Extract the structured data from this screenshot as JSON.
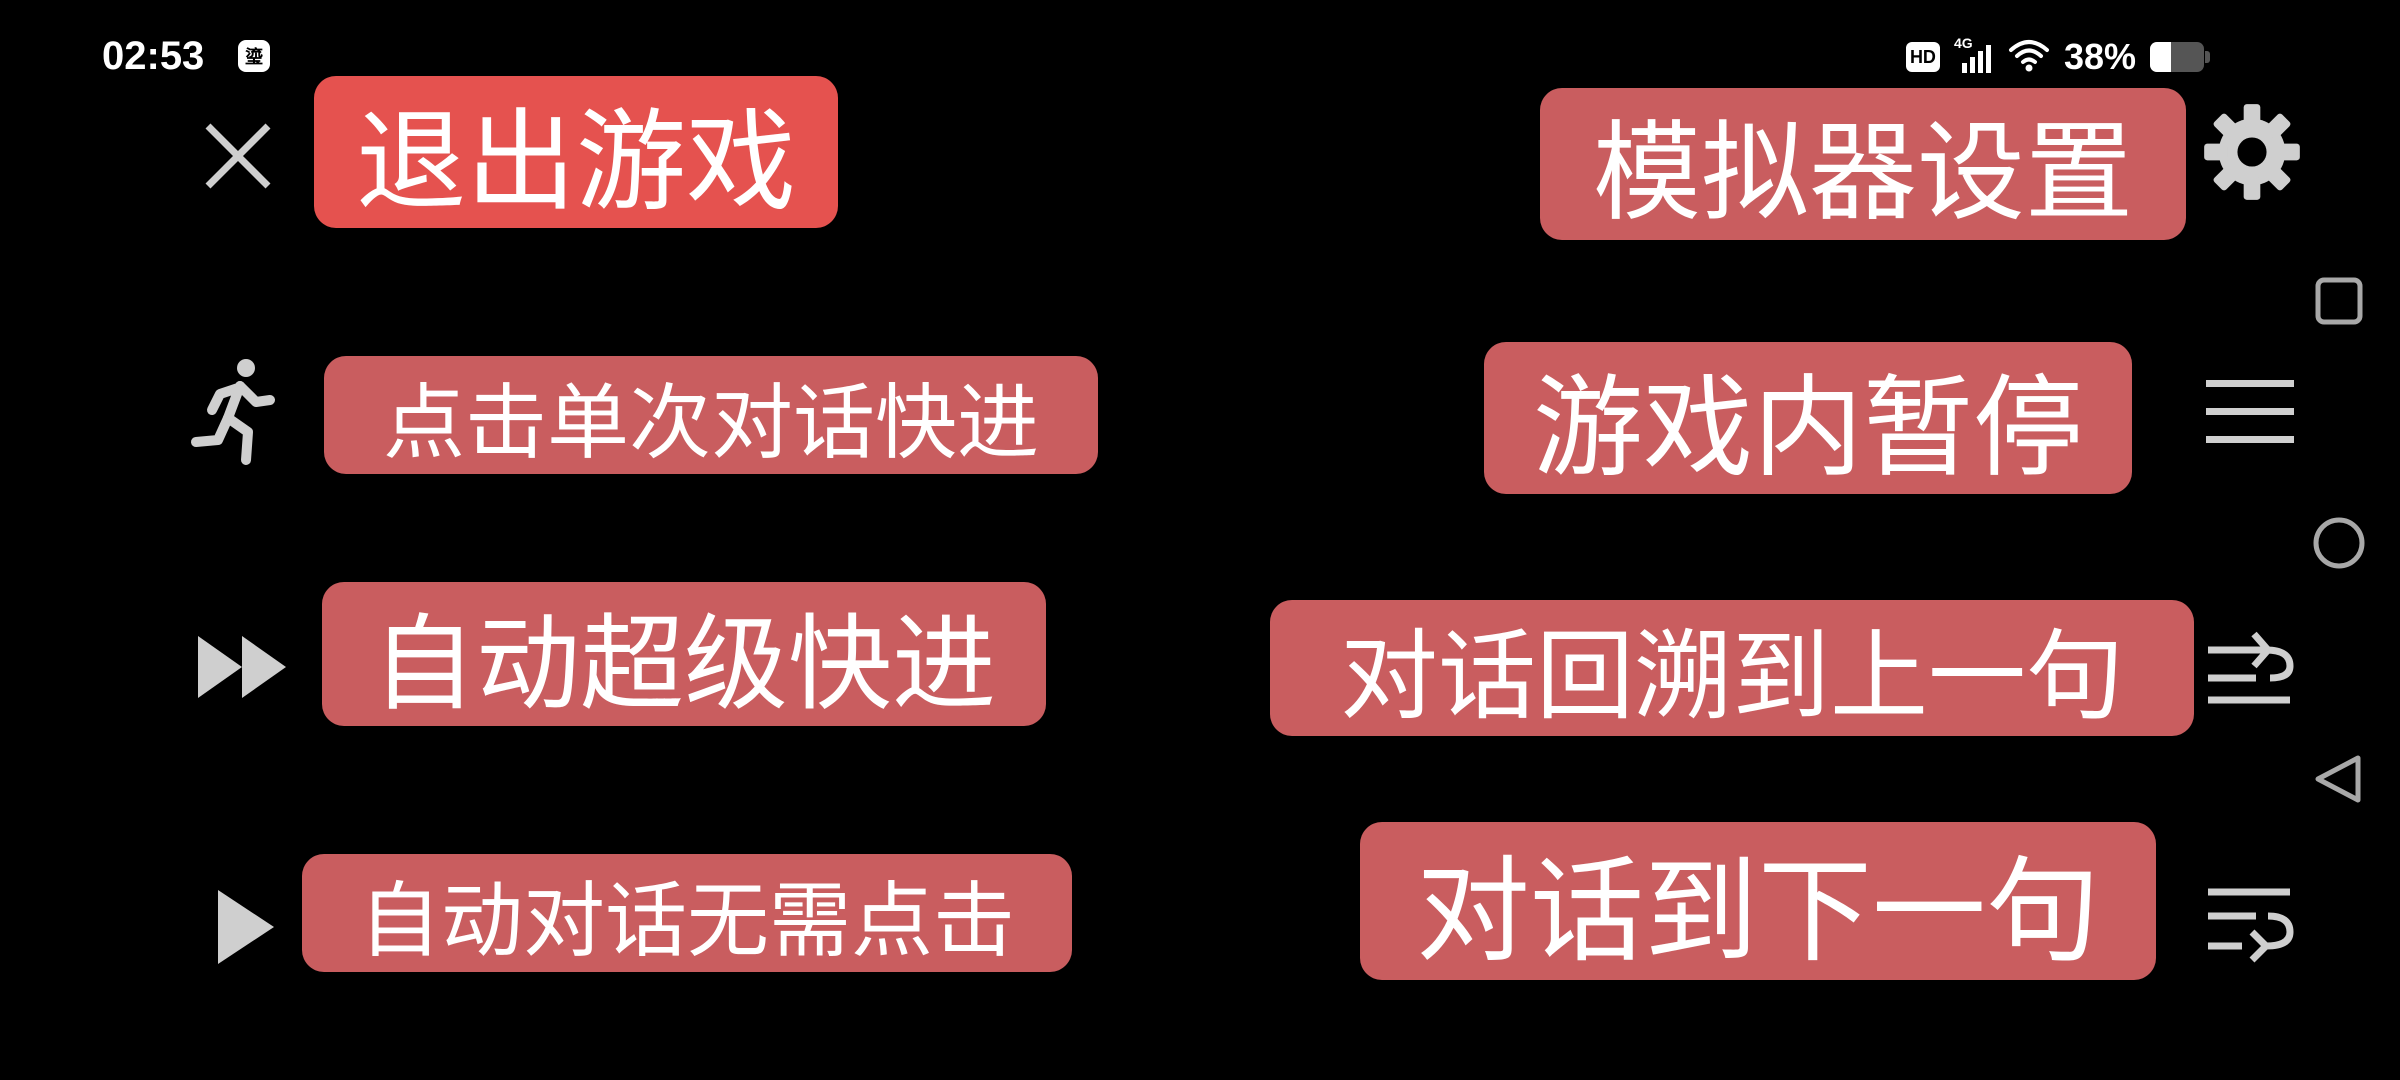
{
  "status_bar": {
    "time": "02:53",
    "app_icon_glyph": "瑬",
    "hd_label": "HD",
    "network_label": "4G",
    "battery_percent": "38%",
    "battery_level": 0.38
  },
  "colors": {
    "pill_bright": "#e5524f",
    "pill_muted": "#c95d5f",
    "icon_gray": "#cfcfcf"
  },
  "controls": {
    "exit_game": {
      "label": "退出游戏",
      "icon": "close-icon"
    },
    "emulator_settings": {
      "label": "模拟器设置",
      "icon": "gear-icon"
    },
    "tap_fast_forward": {
      "label": "点击单次对话快进",
      "icon": "running-person-icon"
    },
    "in_game_pause": {
      "label": "游戏内暂停",
      "icon": "menu-icon"
    },
    "auto_super_fast_forward": {
      "label": "自动超级快进",
      "icon": "fast-forward-icon"
    },
    "rewind_previous_line": {
      "label": "对话回溯到上一句",
      "icon": "rewind-lines-icon"
    },
    "auto_dialogue": {
      "label": "自动对话无需点击",
      "icon": "play-icon"
    },
    "next_line": {
      "label": "对话到下一句",
      "icon": "next-lines-icon"
    }
  },
  "nav_bar": {
    "recents": "square-icon",
    "home": "circle-icon",
    "back": "triangle-back-icon"
  }
}
